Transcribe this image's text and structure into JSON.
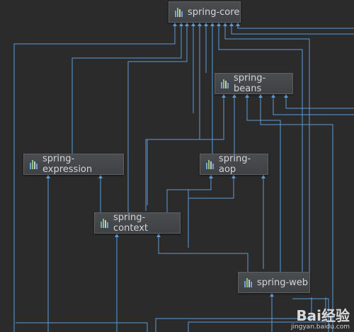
{
  "graph": {
    "modules": [
      {
        "id": "core",
        "label": "spring-core",
        "icon": "module-icon"
      },
      {
        "id": "beans",
        "label": "spring-beans",
        "icon": "module-icon"
      },
      {
        "id": "expression",
        "label": "spring-expression",
        "icon": "module-icon"
      },
      {
        "id": "aop",
        "label": "spring-aop",
        "icon": "module-icon"
      },
      {
        "id": "context",
        "label": "spring-context",
        "icon": "module-icon"
      },
      {
        "id": "web",
        "label": "spring-web",
        "icon": "module-icon"
      }
    ],
    "colors": {
      "background": "#2b2b2b",
      "edge": "#5b9bd5",
      "node_fill": "#45484a",
      "node_border": "#5e6164",
      "node_text": "#d4d4d4"
    }
  },
  "watermark": {
    "brand": "Bai经验",
    "url": "jingyan.baidu.com"
  }
}
